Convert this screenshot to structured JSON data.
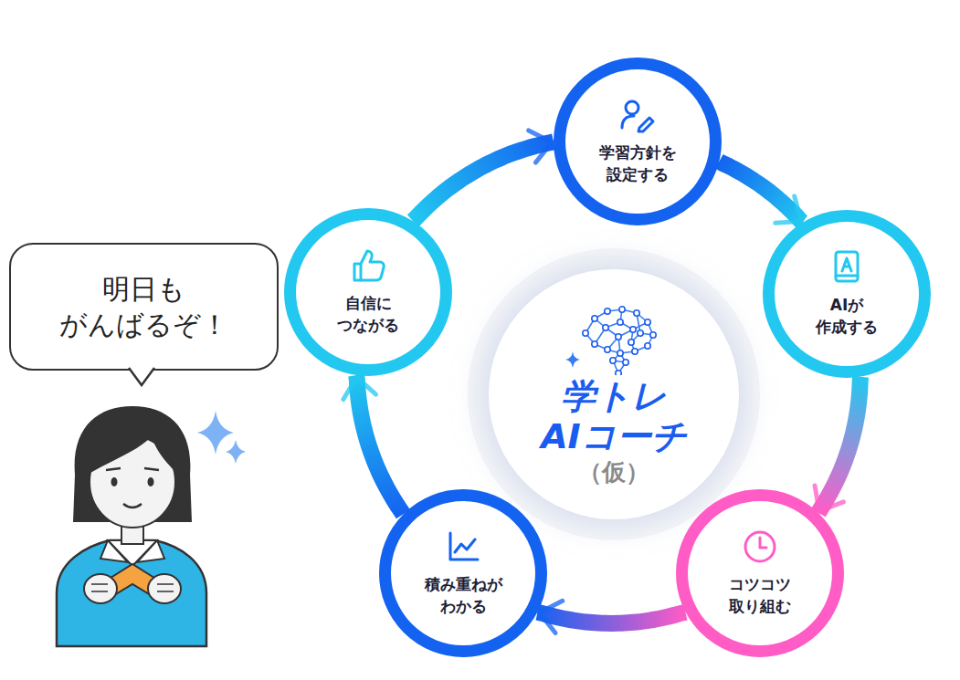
{
  "diagram": {
    "nodes": [
      {
        "text": [
          "学トレ AIコーチ",
          "（仮）"
        ]
      },
      {
        "text": [
          "学習方針を 設定する"
        ]
      },
      {
        "text": [
          "AIが 作成する"
        ]
      },
      {
        "text": [
          "コツコツ 取り組む"
        ]
      },
      {
        "text": [
          "積み重ねが わかる"
        ]
      },
      {
        "text": [
          "自信に つながる"
        ]
      },
      {
        "text": [
          "明日も がんばるぞ！"
        ]
      }
    ],
    "edges": [
      {
        "from": 1,
        "to": 2,
        "arrow": "to"
      },
      {
        "from": 2,
        "to": 3,
        "arrow": "to"
      },
      {
        "from": 3,
        "to": 4,
        "arrow": "to"
      },
      {
        "from": 4,
        "to": 5,
        "arrow": "to"
      },
      {
        "from": 5,
        "to": 1,
        "arrow": "to"
      }
    ]
  }
}
